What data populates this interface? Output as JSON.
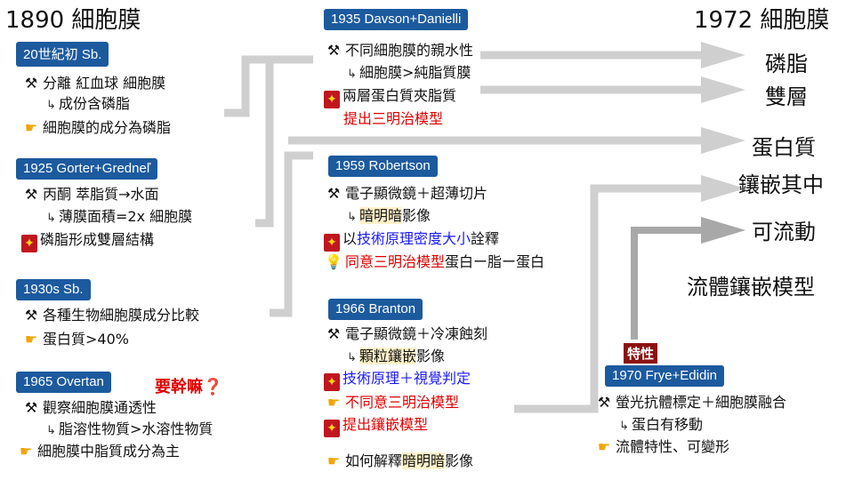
{
  "titles": {
    "left": "1890 細胞膜",
    "right": "1972 細胞膜"
  },
  "icons": {
    "hammer": "hammer-icon",
    "bulb": "lightbulb-icon",
    "hand": "pointing-hand-icon",
    "sub_arrow": "return-arrow-icon"
  },
  "colors": {
    "tag": "#1c5a9e",
    "accent_red": "#e00000",
    "accent_blue": "#1a1aff",
    "connector": "#cfcfcf",
    "trait": "#8c1111"
  },
  "left": {
    "s1": {
      "tag": "20世紀初 Sb.",
      "l1": "分離 紅血球 細胞膜",
      "l2": "成份含磷脂",
      "l3": "細胞膜的成分為磷脂"
    },
    "s2": {
      "tag": "1925 Gorter+Gredneľ",
      "l1": "丙酮 萃脂質→水面",
      "l2": "薄膜面積=2x 細胞膜",
      "l3": "磷脂形成雙層結構"
    },
    "s3": {
      "tag": "1930s Sb.",
      "l1": "各種生物細胞膜成分比較",
      "l2": "蛋白質>40%"
    },
    "s4": {
      "tag": "1965 Overtan",
      "question": "要幹嘛",
      "l1": "觀察細胞膜通透性",
      "l2": "脂溶性物質>水溶性物質",
      "l3": "細胞膜中脂質成分為主"
    }
  },
  "middle": {
    "s1": {
      "tag": "1935 Davson+Danielli",
      "l1": "不同細胞膜的親水性",
      "l2": "細胞膜>純脂質膜",
      "l3": "兩層蛋白質夾脂質",
      "l4": "提出三明治模型"
    },
    "s2": {
      "tag": "1959 Robertson",
      "l1": "電子顯微鏡＋超薄切片",
      "l2": "暗明暗",
      "l2b": "影像",
      "l3a": "以",
      "l3b": "技術原理密度大小",
      "l3c": "詮釋",
      "l4a": "同意三明治模型",
      "l4b": "蛋白ー脂ー蛋白"
    },
    "s3": {
      "tag": "1966 Branton",
      "l1": "電子顯微鏡＋冷凍蝕刻",
      "l2": "顆粒鑲嵌",
      "l2b": "影像",
      "l3": "技術原理＋視覺判定",
      "l4": "不同意三明治模型",
      "l5": "提出鑲嵌模型",
      "l6a": "如何解釋",
      "l6b": "暗明暗",
      "l6c": "影像"
    }
  },
  "right": {
    "results": [
      "磷脂",
      "雙層",
      "蛋白質",
      "鑲嵌其中",
      "可流動"
    ],
    "model": "流體鑲嵌模型",
    "trait": "特性",
    "s1": {
      "tag": "1970 Frye+Edidin",
      "l1": "螢光抗體標定＋細胞膜融合",
      "l2": "蛋白有移動",
      "l3": "流體特性、可變形"
    }
  }
}
